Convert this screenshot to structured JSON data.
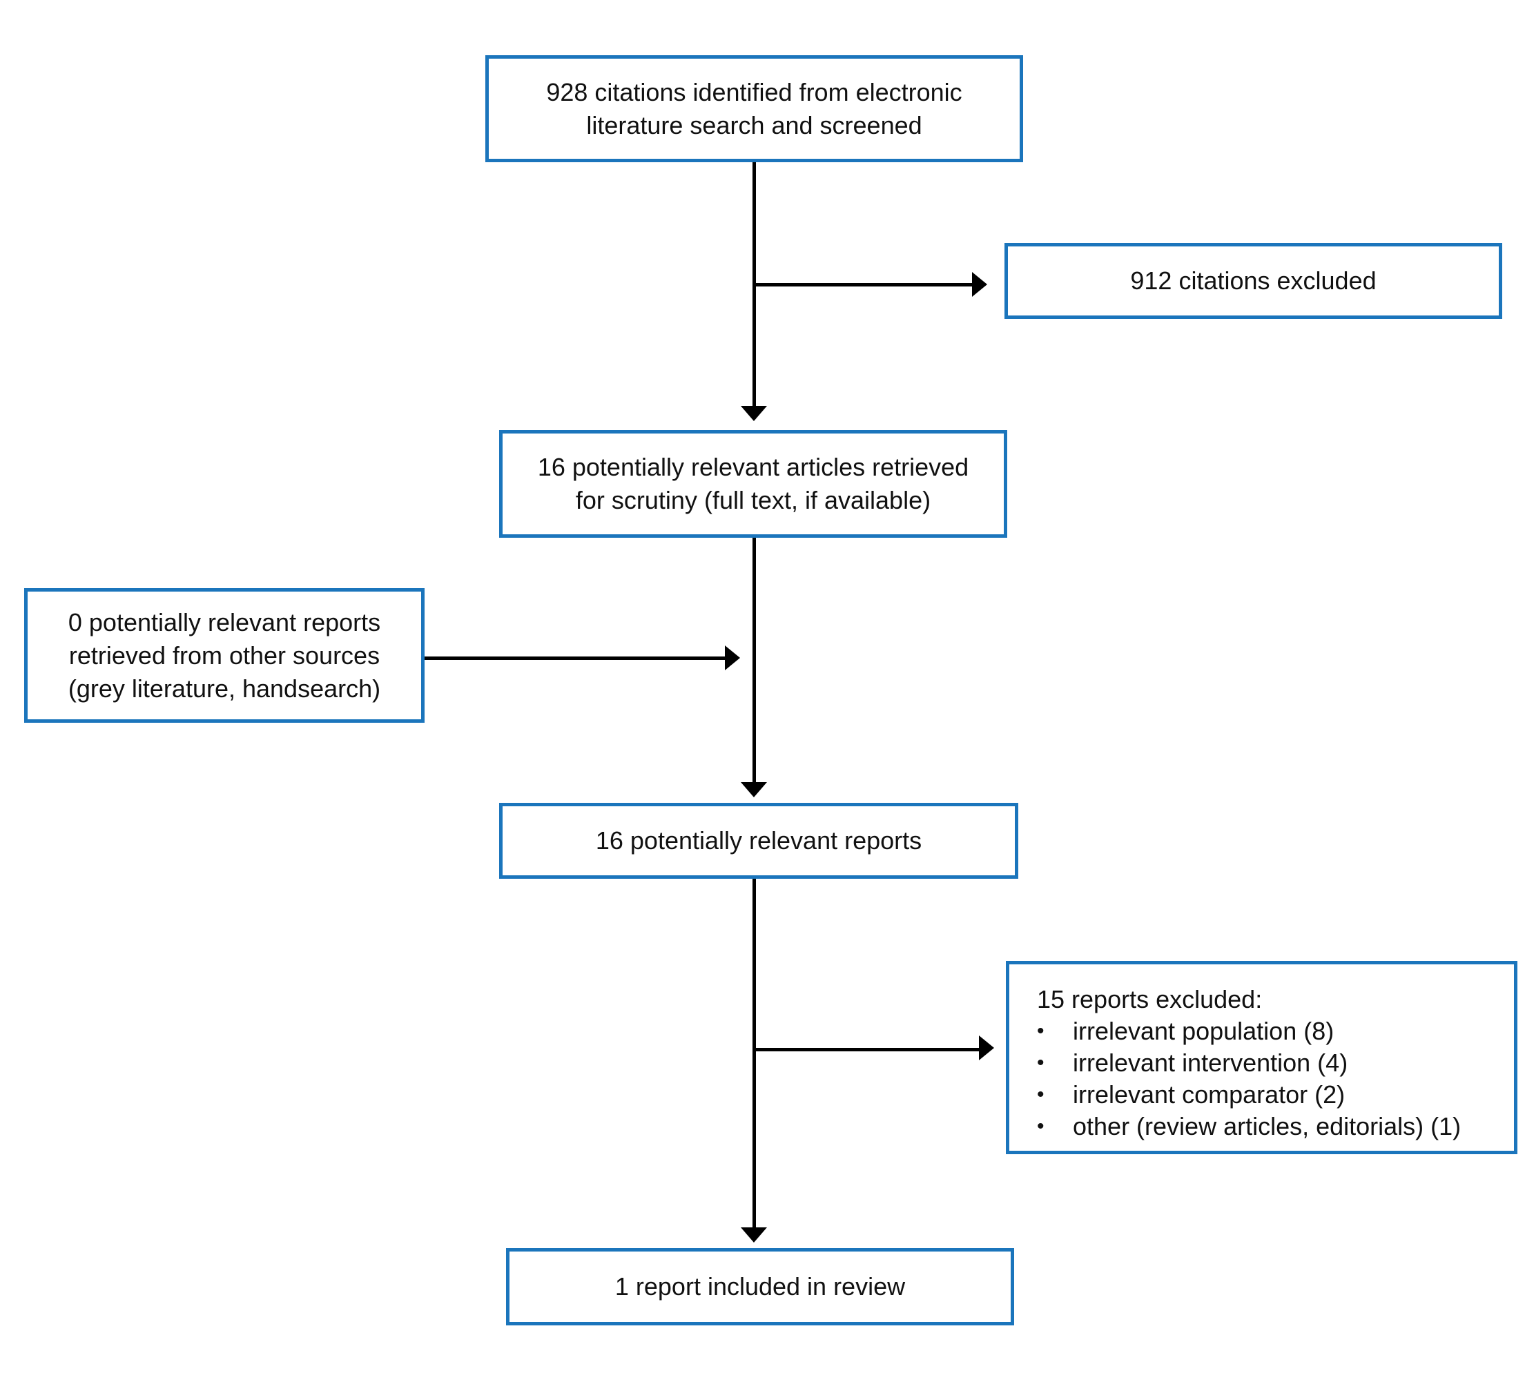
{
  "diagram": {
    "type": "flowchart",
    "bullet_char": "•",
    "colors": {
      "box_border": "#1b75bc",
      "arrow": "#000000",
      "text": "#111111",
      "background": "#ffffff"
    },
    "nodes": {
      "identified": {
        "lines": [
          "928 citations identified from electronic",
          "literature search and screened"
        ]
      },
      "excluded_citations": {
        "lines": [
          "912 citations excluded"
        ]
      },
      "retrieved": {
        "lines": [
          "16 potentially relevant articles retrieved",
          "for scrutiny (full text, if available)"
        ]
      },
      "other_sources": {
        "lines": [
          "0 potentially relevant reports",
          "retrieved from other sources",
          "(grey literature, handsearch)"
        ]
      },
      "relevant_reports": {
        "lines": [
          "16 potentially relevant reports"
        ]
      },
      "excluded_reports": {
        "title": "15 reports excluded:",
        "items": [
          "irrelevant population (8)",
          "irrelevant intervention (4)",
          "irrelevant comparator (2)",
          "other (review articles, editorials) (1)"
        ]
      },
      "included": {
        "lines": [
          "1 report included in review"
        ]
      }
    }
  }
}
